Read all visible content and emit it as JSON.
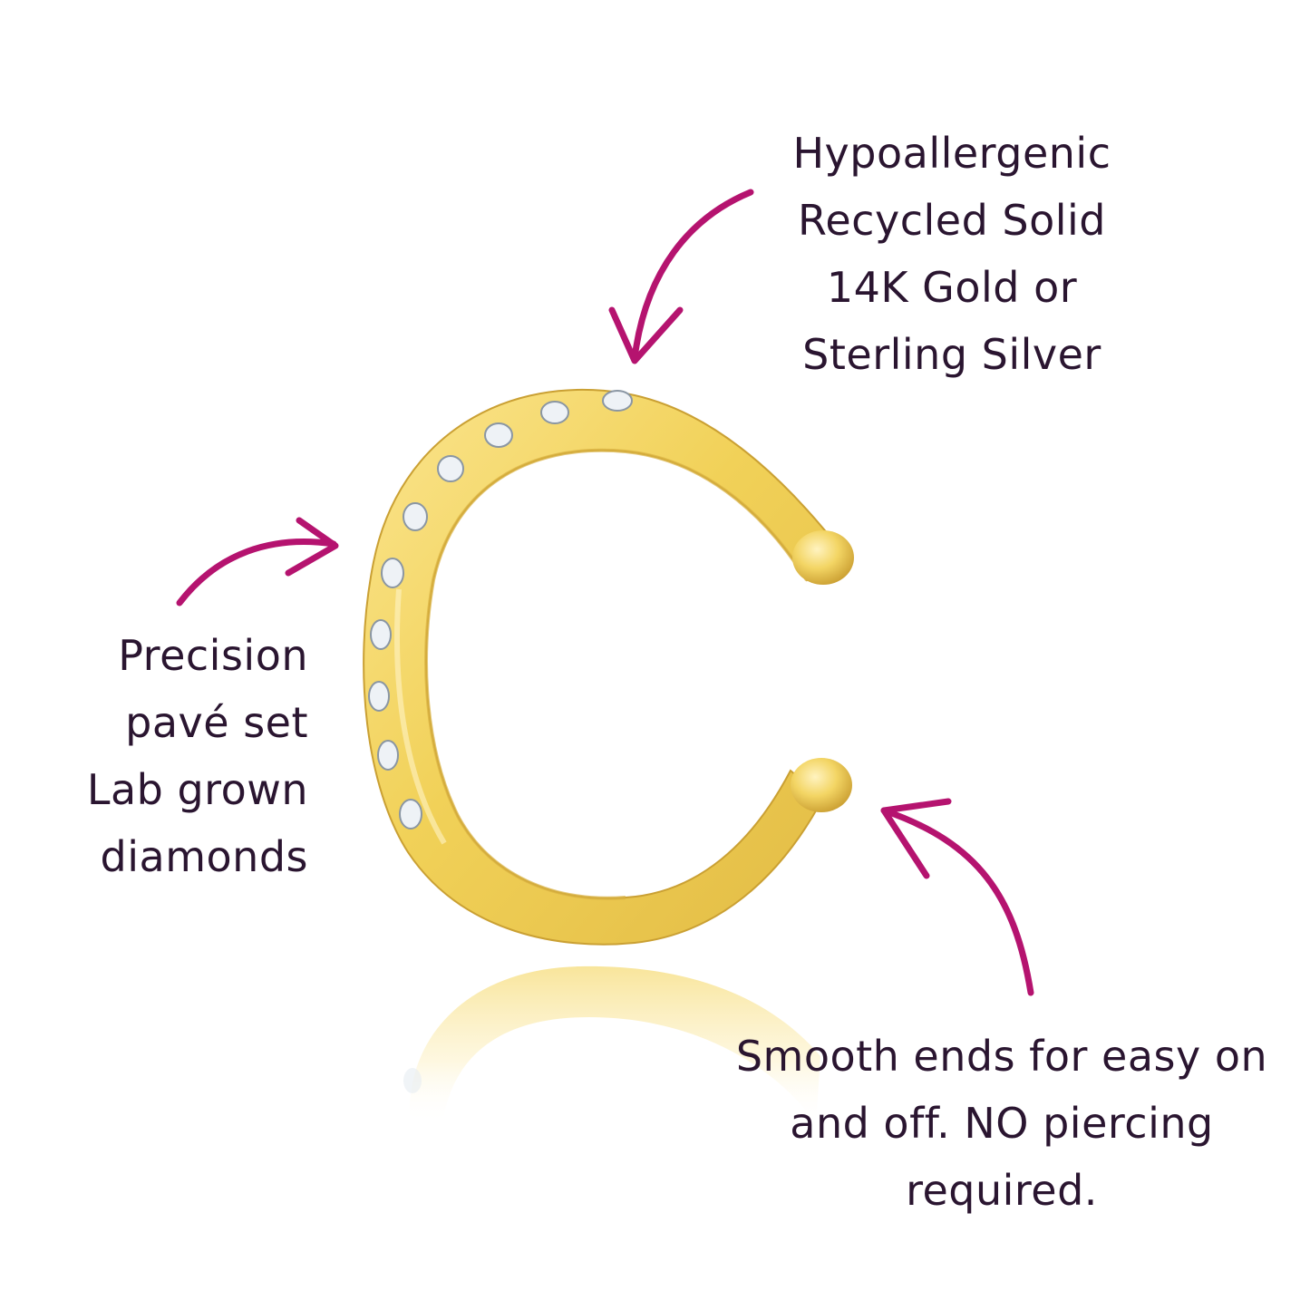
{
  "colors": {
    "text": "#2a1530",
    "arrow": "#b5136f",
    "gold": "#f1d158",
    "gold_light": "#fbe58f",
    "gold_dark": "#cfa536",
    "background": "#ffffff"
  },
  "product": {
    "icon": "ear-cuff-illustration",
    "stone_icon": "diamond-icon"
  },
  "callouts": {
    "material": {
      "lines": [
        "Hypoallergenic",
        "Recycled Solid",
        "14K Gold or",
        "Sterling Silver"
      ]
    },
    "diamonds": {
      "lines": [
        "Precision",
        "pavé set",
        "Lab grown",
        "diamonds"
      ]
    },
    "ends": {
      "lines": [
        "Smooth ends for easy on",
        "and off. NO piercing",
        "required."
      ]
    }
  }
}
